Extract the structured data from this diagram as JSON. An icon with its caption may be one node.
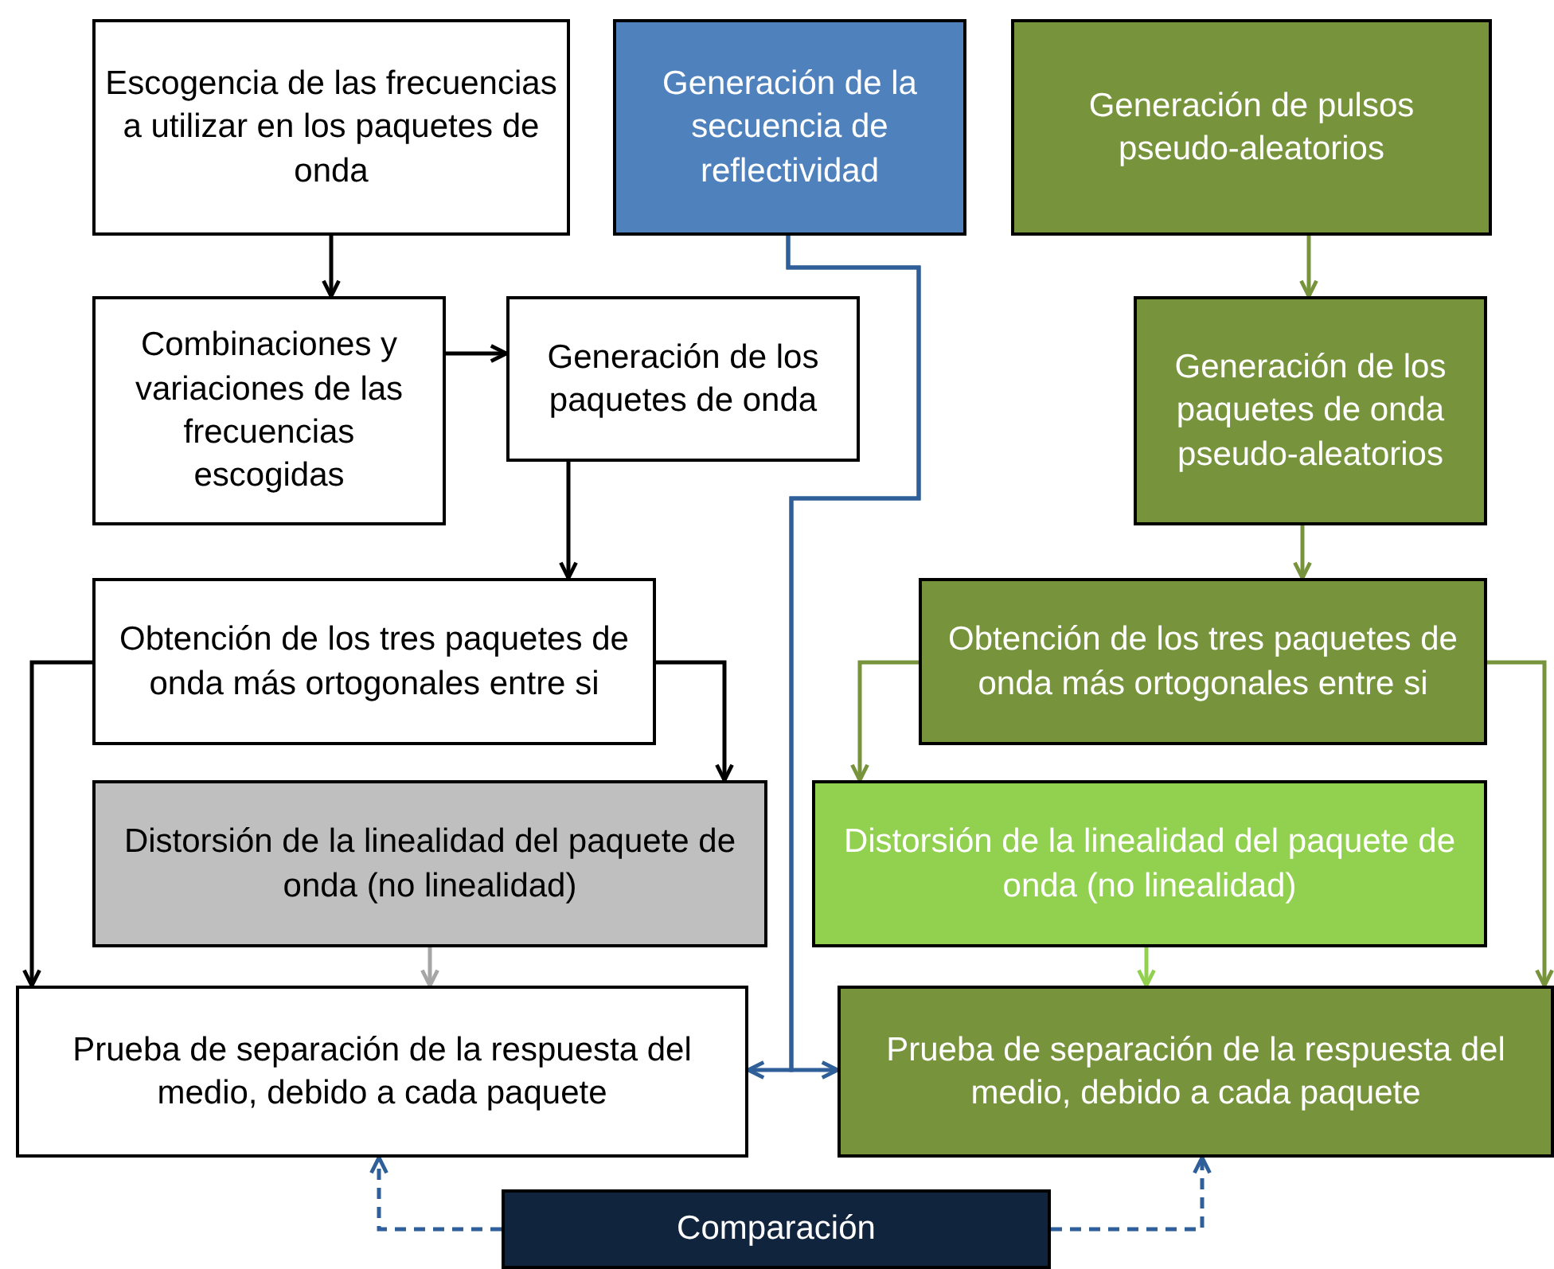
{
  "diagram": {
    "nodes": [
      {
        "text": [
          "Escogencia de las frecuencias a utilizar en los paquetes de onda"
        ]
      },
      {
        "text": [
          "Generación de la secuencia de reflectividad"
        ]
      },
      {
        "text": [
          "Generación de pulsos pseudo-aleatorios"
        ]
      },
      {
        "text": [
          "Combinaciones y variaciones de las frecuencias escogidas"
        ]
      },
      {
        "text": [
          "Generación de los paquetes de onda"
        ]
      },
      {
        "text": [
          "Generación de los paquetes de onda pseudo-aleatorios"
        ]
      },
      {
        "text": [
          "Obtención de los tres paquetes  de onda más ortogonales entre si"
        ]
      },
      {
        "text": [
          "Obtención de los tres paquetes  de onda más ortogonales entre si"
        ]
      },
      {
        "text": [
          "Distorsión de la linealidad del paquete de onda (no linealidad)"
        ]
      },
      {
        "text": [
          "Distorsión de la linealidad del paquete de onda (no linealidad)"
        ]
      },
      {
        "text": [
          "Prueba de separación  de la respuesta del medio, debido a cada paquete"
        ]
      },
      {
        "text": [
          "Prueba de separación  de la respuesta del medio, debido a cada paquete"
        ]
      },
      {
        "text": [
          "Comparación"
        ]
      }
    ],
    "edges": [
      {
        "from": 0,
        "to": 3,
        "arrow": "to"
      },
      {
        "from": 3,
        "to": 4,
        "arrow": "to"
      },
      {
        "from": 4,
        "to": 6,
        "arrow": "to"
      },
      {
        "from": 6,
        "to": 8,
        "arrow": "to"
      },
      {
        "from": 6,
        "to": 10,
        "arrow": "to"
      },
      {
        "from": 8,
        "to": 10,
        "arrow": "to",
        "color": "#a6a6a6"
      },
      {
        "from": 1,
        "to": 10,
        "arrow": "to",
        "color": "#2f5f98"
      },
      {
        "from": 1,
        "to": 11,
        "arrow": "to",
        "color": "#2f5f98"
      },
      {
        "from": 2,
        "to": 5,
        "arrow": "to",
        "color": "#77933c"
      },
      {
        "from": 5,
        "to": 7,
        "arrow": "to",
        "color": "#77933c"
      },
      {
        "from": 7,
        "to": 9,
        "arrow": "to",
        "color": "#77933c"
      },
      {
        "from": 7,
        "to": 11,
        "arrow": "to",
        "color": "#77933c"
      },
      {
        "from": 9,
        "to": 11,
        "arrow": "to",
        "color": "#92d050"
      },
      {
        "from": 12,
        "to": 10,
        "arrow": "to",
        "style": "dashed",
        "color": "#2f5f98"
      },
      {
        "from": 12,
        "to": 11,
        "arrow": "to",
        "style": "dashed",
        "color": "#2f5f98"
      }
    ]
  }
}
